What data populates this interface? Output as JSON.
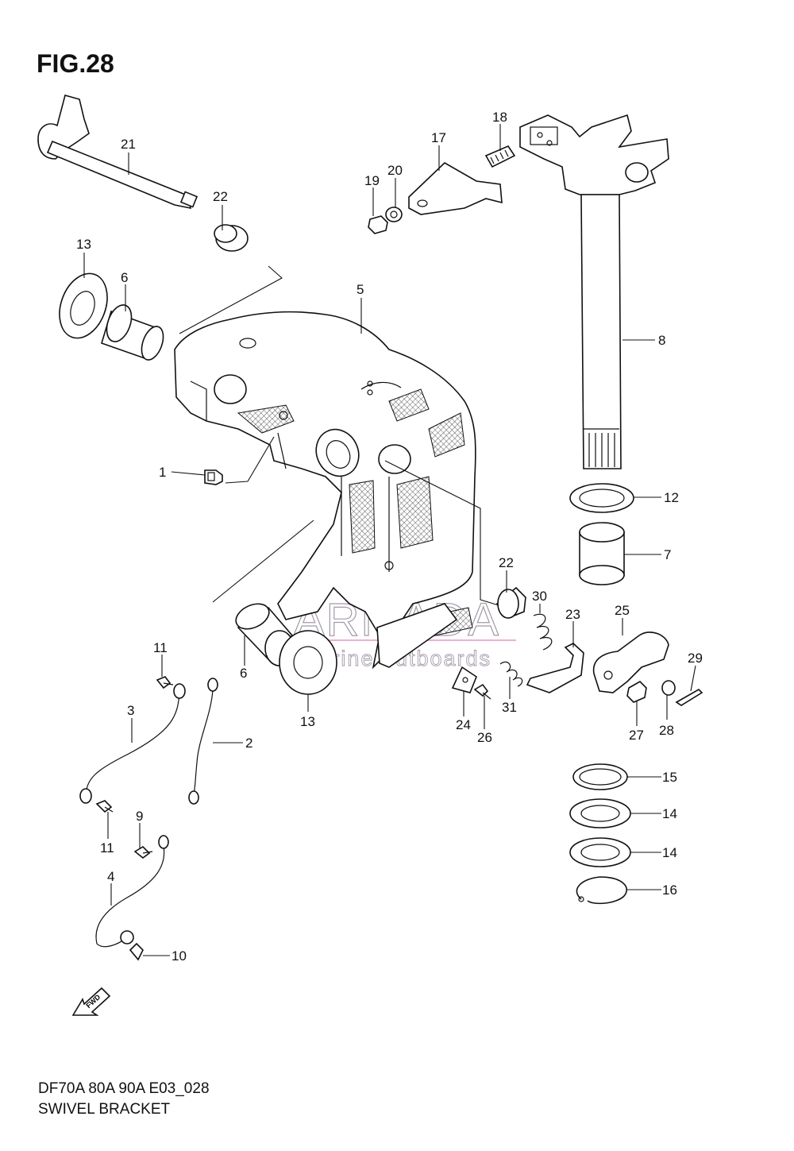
{
  "figure": {
    "title": "FIG.28"
  },
  "footer": {
    "code": "DF70A 80A 90A E03_028",
    "name": "SWIVEL BRACKET"
  },
  "watermark": {
    "brand": "ARMADA",
    "tagline": "marine outboards",
    "color": "#e8a9c9"
  },
  "fwd_arrow": {
    "label": "FWD"
  },
  "callouts": [
    {
      "id": "c21",
      "label": "21"
    },
    {
      "id": "c22a",
      "label": "22"
    },
    {
      "id": "c13a",
      "label": "13"
    },
    {
      "id": "c6a",
      "label": "6"
    },
    {
      "id": "c5",
      "label": "5"
    },
    {
      "id": "c1",
      "label": "1"
    },
    {
      "id": "c17",
      "label": "17"
    },
    {
      "id": "c18",
      "label": "18"
    },
    {
      "id": "c19",
      "label": "19"
    },
    {
      "id": "c20",
      "label": "20"
    },
    {
      "id": "c8",
      "label": "8"
    },
    {
      "id": "c12",
      "label": "12"
    },
    {
      "id": "c7",
      "label": "7"
    },
    {
      "id": "c22b",
      "label": "22"
    },
    {
      "id": "c30",
      "label": "30"
    },
    {
      "id": "c23",
      "label": "23"
    },
    {
      "id": "c25",
      "label": "25"
    },
    {
      "id": "c29",
      "label": "29"
    },
    {
      "id": "c6b",
      "label": "6"
    },
    {
      "id": "c13b",
      "label": "13"
    },
    {
      "id": "c24",
      "label": "24"
    },
    {
      "id": "c26",
      "label": "26"
    },
    {
      "id": "c31",
      "label": "31"
    },
    {
      "id": "c27",
      "label": "27"
    },
    {
      "id": "c28",
      "label": "28"
    },
    {
      "id": "c11a",
      "label": "11"
    },
    {
      "id": "c3",
      "label": "3"
    },
    {
      "id": "c2",
      "label": "2"
    },
    {
      "id": "c11b",
      "label": "11"
    },
    {
      "id": "c9",
      "label": "9"
    },
    {
      "id": "c4",
      "label": "4"
    },
    {
      "id": "c10",
      "label": "10"
    },
    {
      "id": "c15",
      "label": "15"
    },
    {
      "id": "c14a",
      "label": "14"
    },
    {
      "id": "c14b",
      "label": "14"
    },
    {
      "id": "c16",
      "label": "16"
    }
  ]
}
